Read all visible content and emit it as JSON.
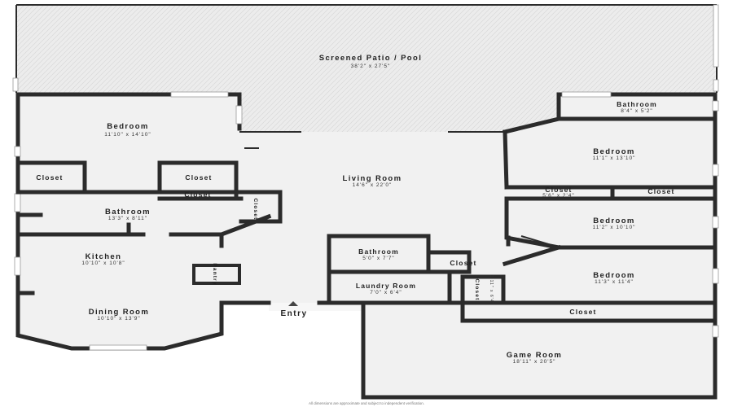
{
  "rooms": {
    "patio": {
      "name": "Screened Patio / Pool",
      "dim": "38'2\" x 27'5\""
    },
    "bedroom1": {
      "name": "Bedroom",
      "dim": "11'10\" x 14'10\""
    },
    "closet1": {
      "name": "Closet"
    },
    "closet2": {
      "name": "Closet"
    },
    "closet3": {
      "name": "Closet"
    },
    "bathroom1": {
      "name": "Bathroom",
      "dim": "13'3\" x 8'11\""
    },
    "closet4": {
      "name": "Closet"
    },
    "kitchen": {
      "name": "Kitchen",
      "dim": "10'10\" x 10'8\""
    },
    "pantry": {
      "name": "Pantry"
    },
    "dining": {
      "name": "Dining Room",
      "dim": "10'10\" x 13'9\""
    },
    "living": {
      "name": "Living Room",
      "dim": "14'6\" x 22'0\""
    },
    "bathroom2": {
      "name": "Bathroom",
      "dim": "5'0\" x 7'7\""
    },
    "closet5": {
      "name": "Closet"
    },
    "laundry": {
      "name": "Laundry Room",
      "dim": "7'0\" x 6'4\""
    },
    "closet6": {
      "name": "Closet",
      "dim": "1'11\" x 6'4\""
    },
    "bathroom3": {
      "name": "Bathroom",
      "dim": "8'4\" x 5'2\""
    },
    "bedroom2": {
      "name": "Bedroom",
      "dim": "11'1\" x 13'10\""
    },
    "closet7": {
      "name": "Closet",
      "dim": "5'6\" x 2'4\""
    },
    "closet8": {
      "name": "Closet"
    },
    "bedroom3": {
      "name": "Bedroom",
      "dim": "11'2\" x 10'10\""
    },
    "bedroom4": {
      "name": "Bedroom",
      "dim": "11'3\" x 11'4\""
    },
    "closet9": {
      "name": "Closet"
    },
    "gameroom": {
      "name": "Game Room",
      "dim": "18'11\" x 20'5\""
    }
  },
  "entry_label": "Entry",
  "footer_note": "All dimensions are approximate and subject to independent verification.",
  "colors": {
    "floor": "#f1f1f1",
    "wall": "#2b2b2b",
    "patio": "#ececec"
  }
}
